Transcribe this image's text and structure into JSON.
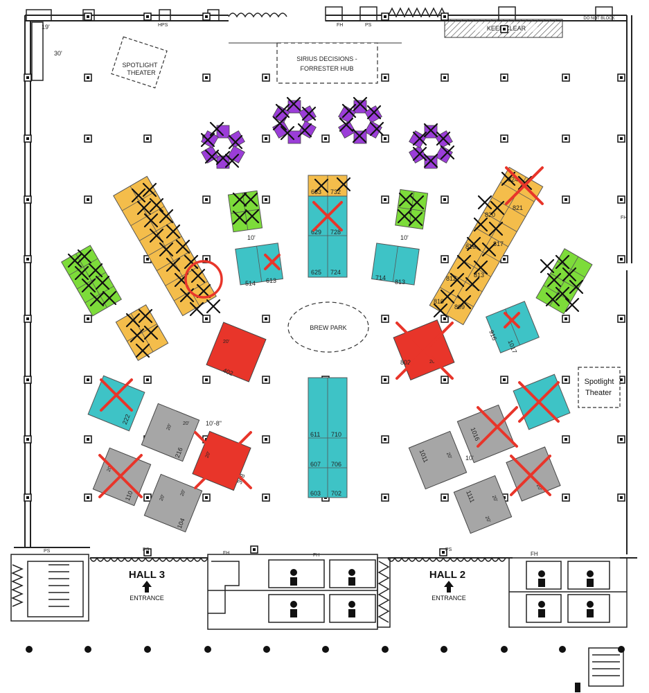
{
  "top_labels": {
    "dim_19": "19'",
    "dim_30": "30'",
    "ps_top": "PS",
    "fh_top": "FH",
    "hps": "HPS",
    "keep_clear": "KEEP  CLEAR",
    "do_not_block": "DO NOT BLOCK"
  },
  "spotlight_top": {
    "line1": "SPOTLIGHT",
    "line2": "THEATER"
  },
  "sirius": {
    "line1": "SIRIUS DECISIONS -",
    "line2": "FORRESTER HUB"
  },
  "brew_park": "BREW PARK",
  "spotlight_right": {
    "line1": "Spotlight",
    "line2": "Theater"
  },
  "dims": {
    "ten_a": "10'",
    "ten_b": "10'",
    "ten_c": "10'",
    "ten_eight": "10'-8\""
  },
  "booths": {
    "b633": "633",
    "b732": "732",
    "b629": "629",
    "b728": "728",
    "b625": "625",
    "b724": "724",
    "b514": "514",
    "b613": "613",
    "b714": "714",
    "b813": "813",
    "b402": "402",
    "b802": "802",
    "b611": "611",
    "b710": "710",
    "b607": "607",
    "b706": "706",
    "b603": "603",
    "b702": "702",
    "b222": "222",
    "b216": "216",
    "b110": "110",
    "b104": "104",
    "b308": "308",
    "b1016": "1016",
    "b1011": "1011",
    "b1111": "1111",
    "b916": "916",
    "b1017": "1017",
    "b824": "824",
    "b821": "821",
    "b820": "820",
    "b817": "817",
    "b816": "816",
    "b813b": "813",
    "b812": "812",
    "b809": "809",
    "b810": "810",
    "twenty": "20'"
  },
  "bottom": {
    "hall3": "HALL 3",
    "hall2": "HALL 2",
    "entrance_left": "ENTRANCE",
    "entrance_right": "ENTRANCE",
    "ps_left": "PS",
    "ps_right": "PS",
    "fh_left": "FH",
    "fh_mid": "FH",
    "fh_right": "FH",
    "fh_side": "FH"
  },
  "colors": {
    "yellow": "#f4bd4b",
    "teal": "#3ec3c6",
    "green": "#7ddc3a",
    "purple": "#9b3dd8",
    "red": "#e8352a",
    "gray": "#a6a6a6",
    "marker": "#e8352a"
  }
}
